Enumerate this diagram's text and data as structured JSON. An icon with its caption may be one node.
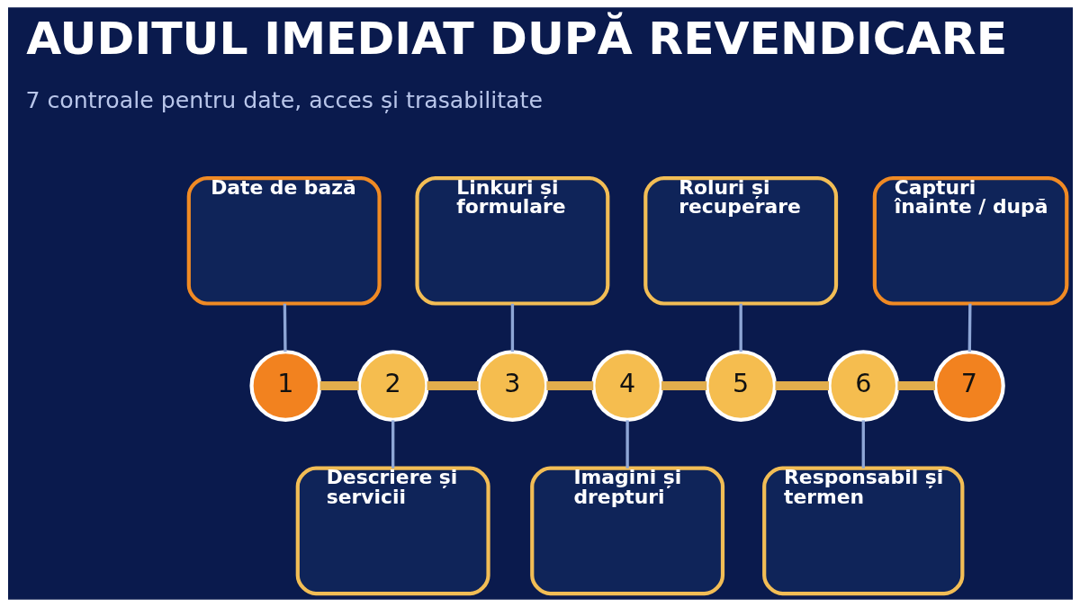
{
  "diagram": {
    "title": "AUDITUL IMEDIAT DUPĂ REVENDICARE",
    "nodes": [
      {
        "text": [
          "1"
        ]
      },
      {
        "text": [
          "2"
        ]
      },
      {
        "text": [
          "3"
        ]
      },
      {
        "text": [
          "4"
        ]
      },
      {
        "text": [
          "5"
        ]
      },
      {
        "text": [
          "6"
        ]
      },
      {
        "text": [
          "7"
        ]
      },
      {
        "text": [
          "Date de bază"
        ]
      },
      {
        "text": [
          "Descriere și servicii"
        ]
      },
      {
        "text": [
          "Linkuri și formulare"
        ]
      },
      {
        "text": [
          "Imagini și drepturi"
        ]
      },
      {
        "text": [
          "Roluri și recuperare"
        ]
      },
      {
        "text": [
          "Responsabil și termen"
        ]
      },
      {
        "text": [
          "Capturi înainte / după"
        ]
      }
    ],
    "edges": [
      {
        "from": 0,
        "to": 1,
        "arrow": "none",
        "style": "thick",
        "color": "#e2ad4c"
      },
      {
        "from": 1,
        "to": 2,
        "arrow": "none",
        "style": "thick",
        "color": "#e2ad4c"
      },
      {
        "from": 2,
        "to": 3,
        "arrow": "none",
        "style": "thick",
        "color": "#e2ad4c"
      },
      {
        "from": 3,
        "to": 4,
        "arrow": "none",
        "style": "thick",
        "color": "#e2ad4c"
      },
      {
        "from": 4,
        "to": 5,
        "arrow": "none",
        "style": "thick",
        "color": "#e2ad4c"
      },
      {
        "from": 5,
        "to": 6,
        "arrow": "none",
        "style": "thick",
        "color": "#e2ad4c"
      },
      {
        "from": 7,
        "to": 0,
        "arrow": "none"
      },
      {
        "from": 1,
        "to": 8,
        "arrow": "none"
      },
      {
        "from": 9,
        "to": 2,
        "arrow": "none"
      },
      {
        "from": 3,
        "to": 10,
        "arrow": "none"
      },
      {
        "from": 11,
        "to": 4,
        "arrow": "none"
      },
      {
        "from": 5,
        "to": 12,
        "arrow": "none"
      },
      {
        "from": 13,
        "to": 6,
        "arrow": "none"
      }
    ],
    "labels": [
      "7 controale pentru date, acces și trasabilitate"
    ]
  }
}
